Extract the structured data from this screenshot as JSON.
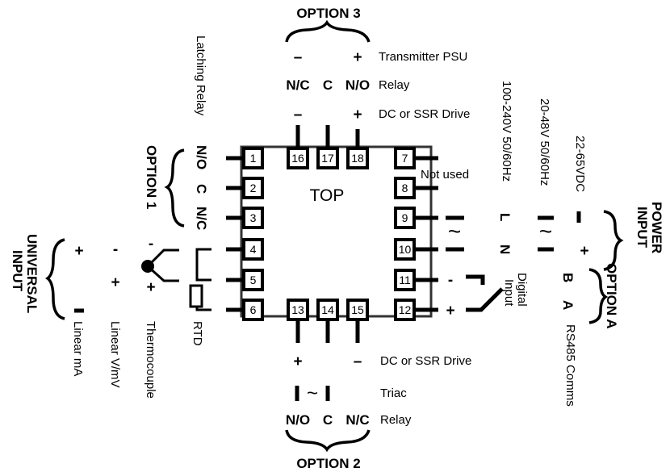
{
  "diagram": {
    "top_label": "TOP",
    "pins": {
      "p1": "1",
      "p2": "2",
      "p3": "3",
      "p4": "4",
      "p5": "5",
      "p6": "6",
      "p7": "7",
      "p8": "8",
      "p9": "9",
      "p10": "10",
      "p11": "11",
      "p12": "12",
      "p13": "13",
      "p14": "14",
      "p15": "15",
      "p16": "16",
      "p17": "17",
      "p18": "18"
    },
    "option3": {
      "title": "OPTION 3",
      "rows": [
        {
          "left": "–",
          "mid": "",
          "right": "+",
          "label": "Transmitter PSU"
        },
        {
          "left": "N/C",
          "mid": "C",
          "right": "N/O",
          "label": "Relay"
        },
        {
          "left": "–",
          "mid": "",
          "right": "+",
          "label": "DC or SSR Drive"
        }
      ]
    },
    "option2": {
      "title": "OPTION 2",
      "rows": [
        {
          "left": "+",
          "mid": "",
          "right": "–",
          "label": "DC or SSR Drive"
        },
        {
          "left": "|",
          "mid": "~",
          "right": "|",
          "label": "Triac"
        },
        {
          "left": "N/O",
          "mid": "C",
          "right": "N/C",
          "label": "Relay"
        }
      ]
    },
    "option1": {
      "title": "OPTION 1",
      "subtitle": "Latching Relay",
      "terminals": [
        "N/O",
        "C",
        "N/C"
      ]
    },
    "right_side": {
      "not_used": "Not used",
      "power_100_240": {
        "label": "100-240V 50/60Hz",
        "l": "L",
        "n": "N"
      },
      "power_20_48": {
        "label": "20-48V 50/60Hz",
        "sym": "~"
      },
      "power_22_65": {
        "label": "22-65VDC",
        "minus": "–",
        "plus": "+"
      },
      "power_title": "POWER INPUT",
      "digital_input": {
        "label": "Digital Input",
        "minus": "-",
        "plus": "+"
      },
      "rs485": {
        "label": "RS485 Comms",
        "b": "B",
        "a": "A"
      },
      "optionA_title": "OPTION A",
      "ac_sym": "~"
    },
    "universal_input": {
      "title": "UNIVERSAL INPUT",
      "rtd": "RTD",
      "thermocouple": {
        "label": "Thermocouple",
        "minus": "-",
        "plus": "+"
      },
      "linear_vmv": {
        "label": "Linear V/mV",
        "minus": "-",
        "plus": "+"
      },
      "linear_ma": {
        "label": "Linear mA",
        "minus": "I",
        "plus": "+"
      }
    }
  }
}
